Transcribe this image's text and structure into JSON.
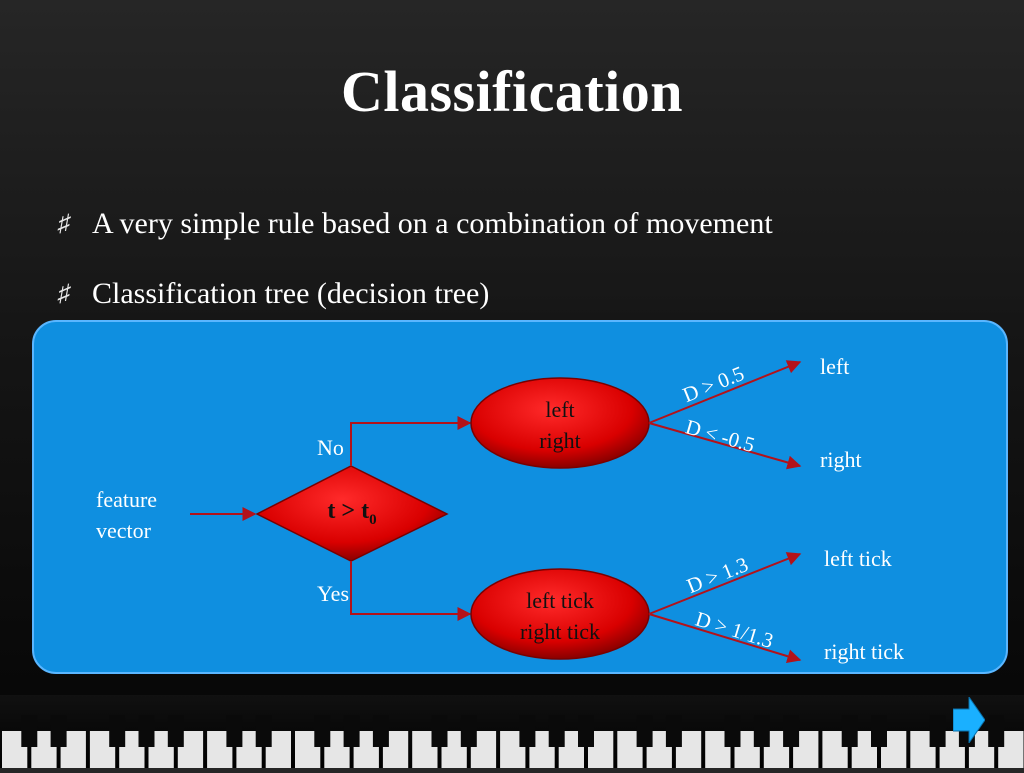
{
  "slide": {
    "title": "Classification",
    "bullets": [
      {
        "icon": "sharp-icon",
        "text": "A very simple rule based on a combination of movement"
      },
      {
        "icon": "sharp-icon",
        "text": "Classification tree (decision tree)"
      }
    ]
  },
  "diagram": {
    "input_label_line1": "feature",
    "input_label_line2": "vector",
    "decision_node": {
      "lhs": "t",
      "op": ">",
      "rhs": "t",
      "subscript": "0"
    },
    "branch_no": "No",
    "branch_yes": "Yes",
    "top_node": {
      "line1": "left",
      "line2": "right"
    },
    "bottom_node": {
      "line1": "left tick",
      "line2": "right tick"
    },
    "top_edges": {
      "upper": "D > 0.5",
      "lower": "D < -0.5"
    },
    "bottom_edges": {
      "upper": "D > 1.3",
      "lower": "D > 1/1.3"
    },
    "outputs": {
      "left": "left",
      "right": "right",
      "left_tick": "left tick",
      "right_tick": "right tick"
    }
  },
  "colors": {
    "panel": "#0f8fe0",
    "node_fill": "#e00000",
    "arrow": "#b3121a",
    "nav_arrow": "#1ab0ff"
  }
}
